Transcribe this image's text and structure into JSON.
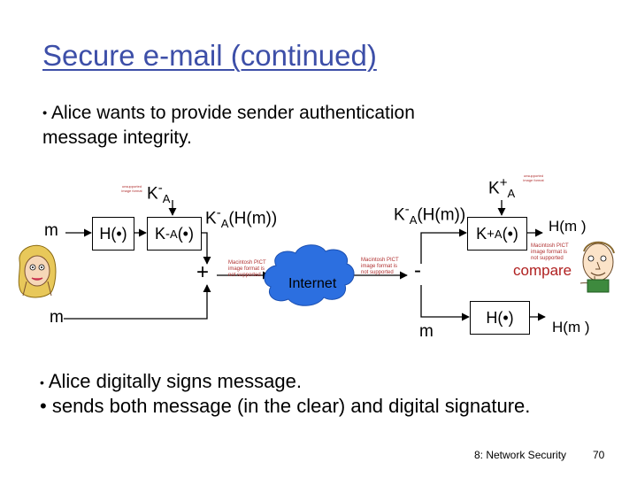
{
  "title": "Secure e-mail (continued)",
  "intro": {
    "bullet": "•",
    "line1": "Alice wants to provide sender authentication",
    "line2": "message integrity."
  },
  "diagram": {
    "key_left": {
      "base": "K",
      "sup": "-",
      "sub": "A"
    },
    "key_right": {
      "base": "K",
      "sup": "+",
      "sub": "A"
    },
    "m_left": "m",
    "m_bottom_left": "m",
    "hash_box": "H(•)",
    "sign_box": {
      "base": "K",
      "sup": "-",
      "sub": "A",
      "arg": "(•)"
    },
    "signed_label": {
      "base": "K",
      "sup": "-",
      "sub": "A",
      "arg": "(H(m))"
    },
    "signed_label_right": {
      "base": "K",
      "sup": "-",
      "sub": "A",
      "arg": "(H(m))"
    },
    "plus": "+",
    "internet": "Internet",
    "minus": "-",
    "verify_box": {
      "base": "K",
      "sup": "+",
      "sub": "A",
      "arg": "(•)"
    },
    "hm_top": "H(m )",
    "compare": "compare",
    "m_right": "m",
    "hash_box_right": "H(•)",
    "hm_bottom": "H(m )",
    "pict_text_1": "Macintosh PICT image format is not supported",
    "pict_text_2": "Macintosh PICT image format is not supported",
    "pict_text_3": "Macintosh PICT image format is not supported",
    "small_notes": [
      "unsupported image format",
      "unsupported image format"
    ]
  },
  "bullets": [
    "Alice digitally signs message.",
    "sends both message (in the clear) and digital signature."
  ],
  "bullet_marker": "•",
  "footer": "8: Network Security",
  "page_number": "70",
  "colors": {
    "title": "#3d4fa8",
    "compare": "#b02020",
    "cloud": "#2c6fe0"
  }
}
